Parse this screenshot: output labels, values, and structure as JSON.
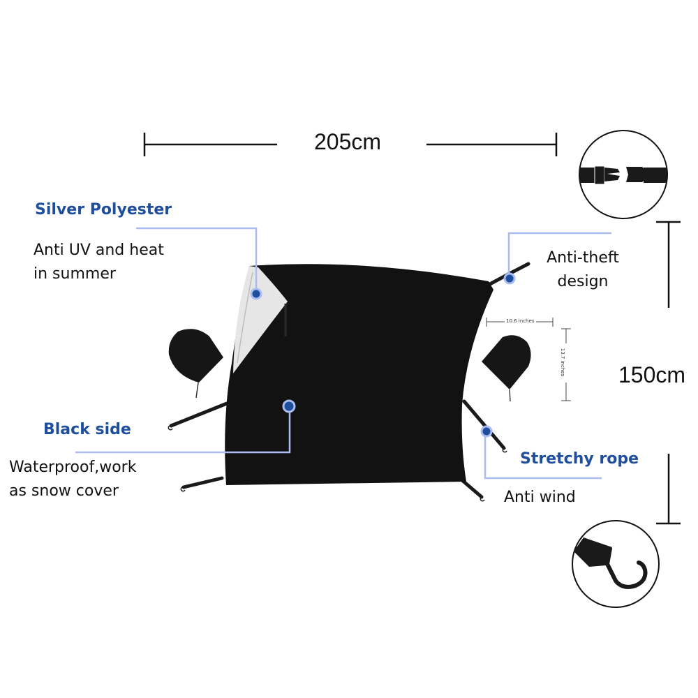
{
  "product": {
    "name": "Car windshield snow cover",
    "accent_color": "#1f4e9c",
    "leader_color": "#a9bdf0",
    "cover_color": "#111111"
  },
  "dimensions": {
    "width_label": "205cm",
    "height_label": "150cm",
    "mirror_width_label": "10.6 inches",
    "mirror_height_label": "13.7 inches"
  },
  "callouts": [
    {
      "title": "Silver Polyester",
      "lines": [
        "Anti UV and heat",
        "in summer"
      ]
    },
    {
      "title": "Black side",
      "lines": [
        "Waterproof,work",
        "as snow cover"
      ]
    },
    {
      "title": "",
      "lines": [
        "Anti-theft",
        "design"
      ]
    },
    {
      "title": "Stretchy rope",
      "lines": [
        "Anti wind"
      ]
    }
  ],
  "insets": [
    {
      "name": "buckle-detail",
      "depicts": "side release buckle strap"
    },
    {
      "name": "hook-detail",
      "depicts": "S hook on strap"
    }
  ]
}
